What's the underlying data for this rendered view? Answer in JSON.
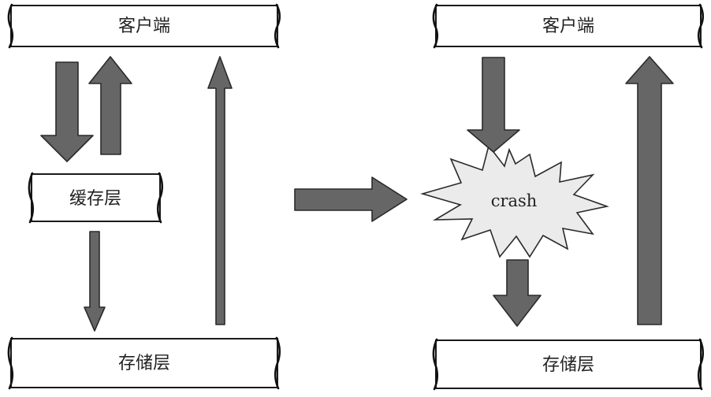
{
  "colors": {
    "arrow_fill": "#666666",
    "crash_fill": "#ebebeb",
    "box_fill": "#ffffff"
  },
  "left_panel": {
    "client_label": "客户端",
    "cache_label": "缓存层",
    "storage_label": "存储层"
  },
  "right_panel": {
    "client_label": "客户端",
    "crash_label": "crash",
    "storage_label": "存储层"
  }
}
